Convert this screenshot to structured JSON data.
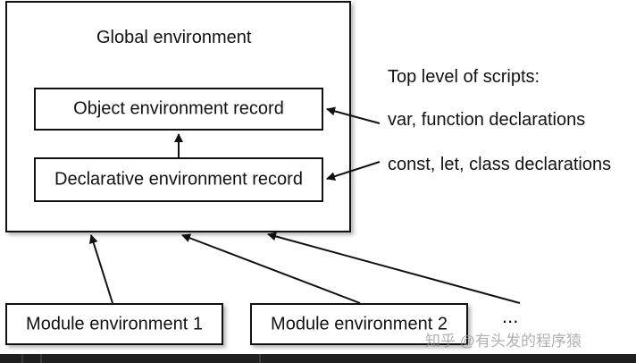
{
  "global_label": "Global environment",
  "object_record_label": "Object environment record",
  "declarative_record_label": "Declarative environment record",
  "top_level_label": "Top level of scripts:",
  "var_label": "var, function declarations",
  "const_label": "const, let, class declarations",
  "module1_label": "Module environment 1",
  "module2_label": "Module environment 2",
  "ellipsis_label": "...",
  "watermark": "知乎 @有头发的程序猿"
}
